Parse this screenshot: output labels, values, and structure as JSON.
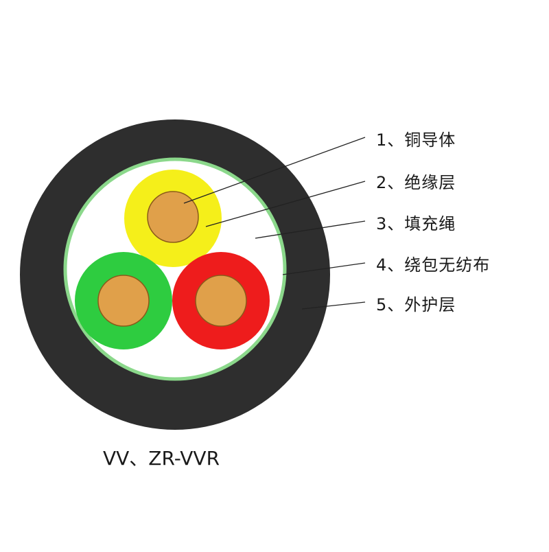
{
  "diagram": {
    "caption": "VV、ZR-VVR",
    "labels": [
      {
        "number": "1",
        "text": "1、铜导体"
      },
      {
        "number": "2",
        "text": "2、绝缘层"
      },
      {
        "number": "3",
        "text": "3、填充绳"
      },
      {
        "number": "4",
        "text": "4、绕包无纺布"
      },
      {
        "number": "5",
        "text": "5、外护层"
      }
    ],
    "colors": {
      "outer_sheath": "#2e2e2e",
      "wrap_tape": "#8bd88b",
      "filler": "#ffffff",
      "conductor": "#e0a04a",
      "insulation_yellow": "#f5ef1a",
      "insulation_green": "#2ecc40",
      "insulation_red": "#ee1c1c",
      "leader_line": "#222222"
    }
  }
}
